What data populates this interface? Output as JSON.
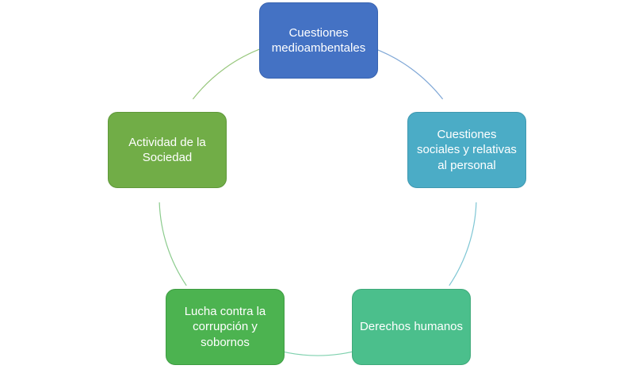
{
  "diagram": {
    "type": "cycle",
    "nodes": [
      {
        "id": "n1",
        "label": "Cuestiones medioambentales",
        "color": "#4472C4",
        "border": "#3A64B0"
      },
      {
        "id": "n2",
        "label": "Cuestiones sociales y relativas al personal",
        "color": "#4BACC6",
        "border": "#3F98B0"
      },
      {
        "id": "n3",
        "label": "Derechos humanos",
        "color": "#4BBF8C",
        "border": "#3FA97A"
      },
      {
        "id": "n4",
        "label": "Lucha contra la corrupción y sobornos",
        "color": "#4CB350",
        "border": "#3E9C42"
      },
      {
        "id": "n5",
        "label": "Actividad de la Sociedad",
        "color": "#71AD47",
        "border": "#5F983A"
      }
    ],
    "connectors": [
      {
        "from": "n1",
        "to": "n2",
        "color": "#7FA7D6"
      },
      {
        "from": "n2",
        "to": "n3",
        "color": "#7EC6D4"
      },
      {
        "from": "n3",
        "to": "n4",
        "color": "#7FD1AE"
      },
      {
        "from": "n4",
        "to": "n5",
        "color": "#8BCB8D"
      },
      {
        "from": "n5",
        "to": "n1",
        "color": "#98C77D"
      }
    ]
  }
}
